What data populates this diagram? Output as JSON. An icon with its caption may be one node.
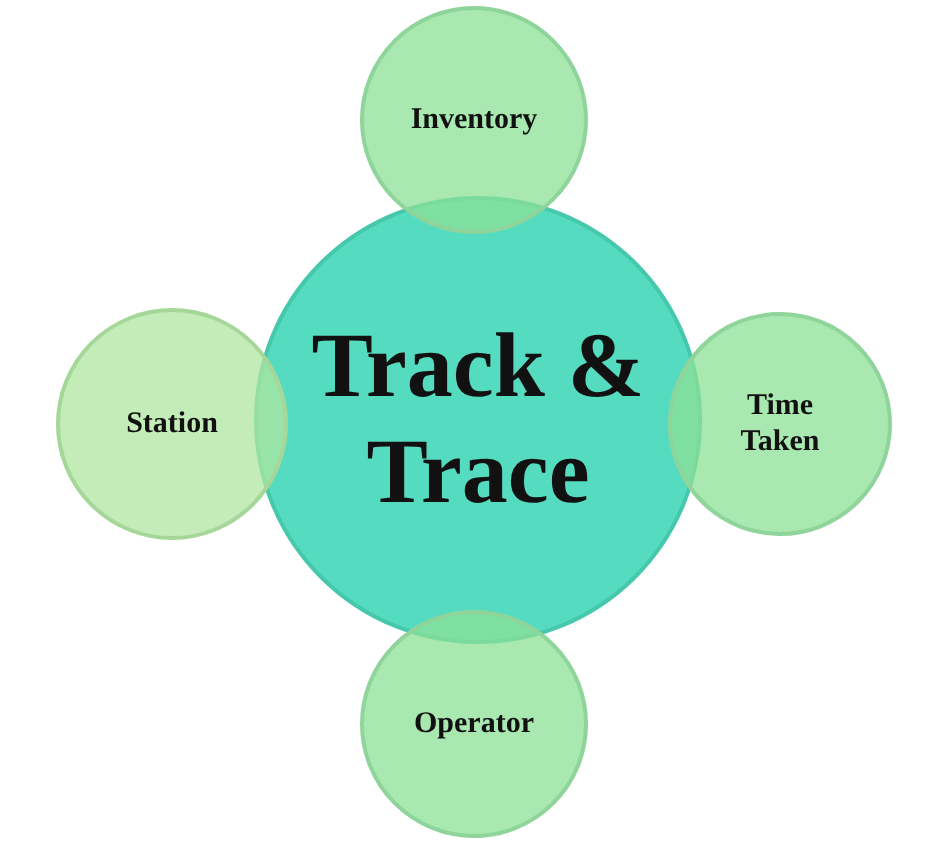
{
  "diagram": {
    "nodes": [
      {
        "text": [
          "Inventory"
        ]
      },
      {
        "text": [
          "Station"
        ]
      },
      {
        "text": [
          "Track & Trace"
        ]
      },
      {
        "text": [
          "Time Taken"
        ]
      },
      {
        "text": [
          "Operator"
        ]
      }
    ]
  }
}
